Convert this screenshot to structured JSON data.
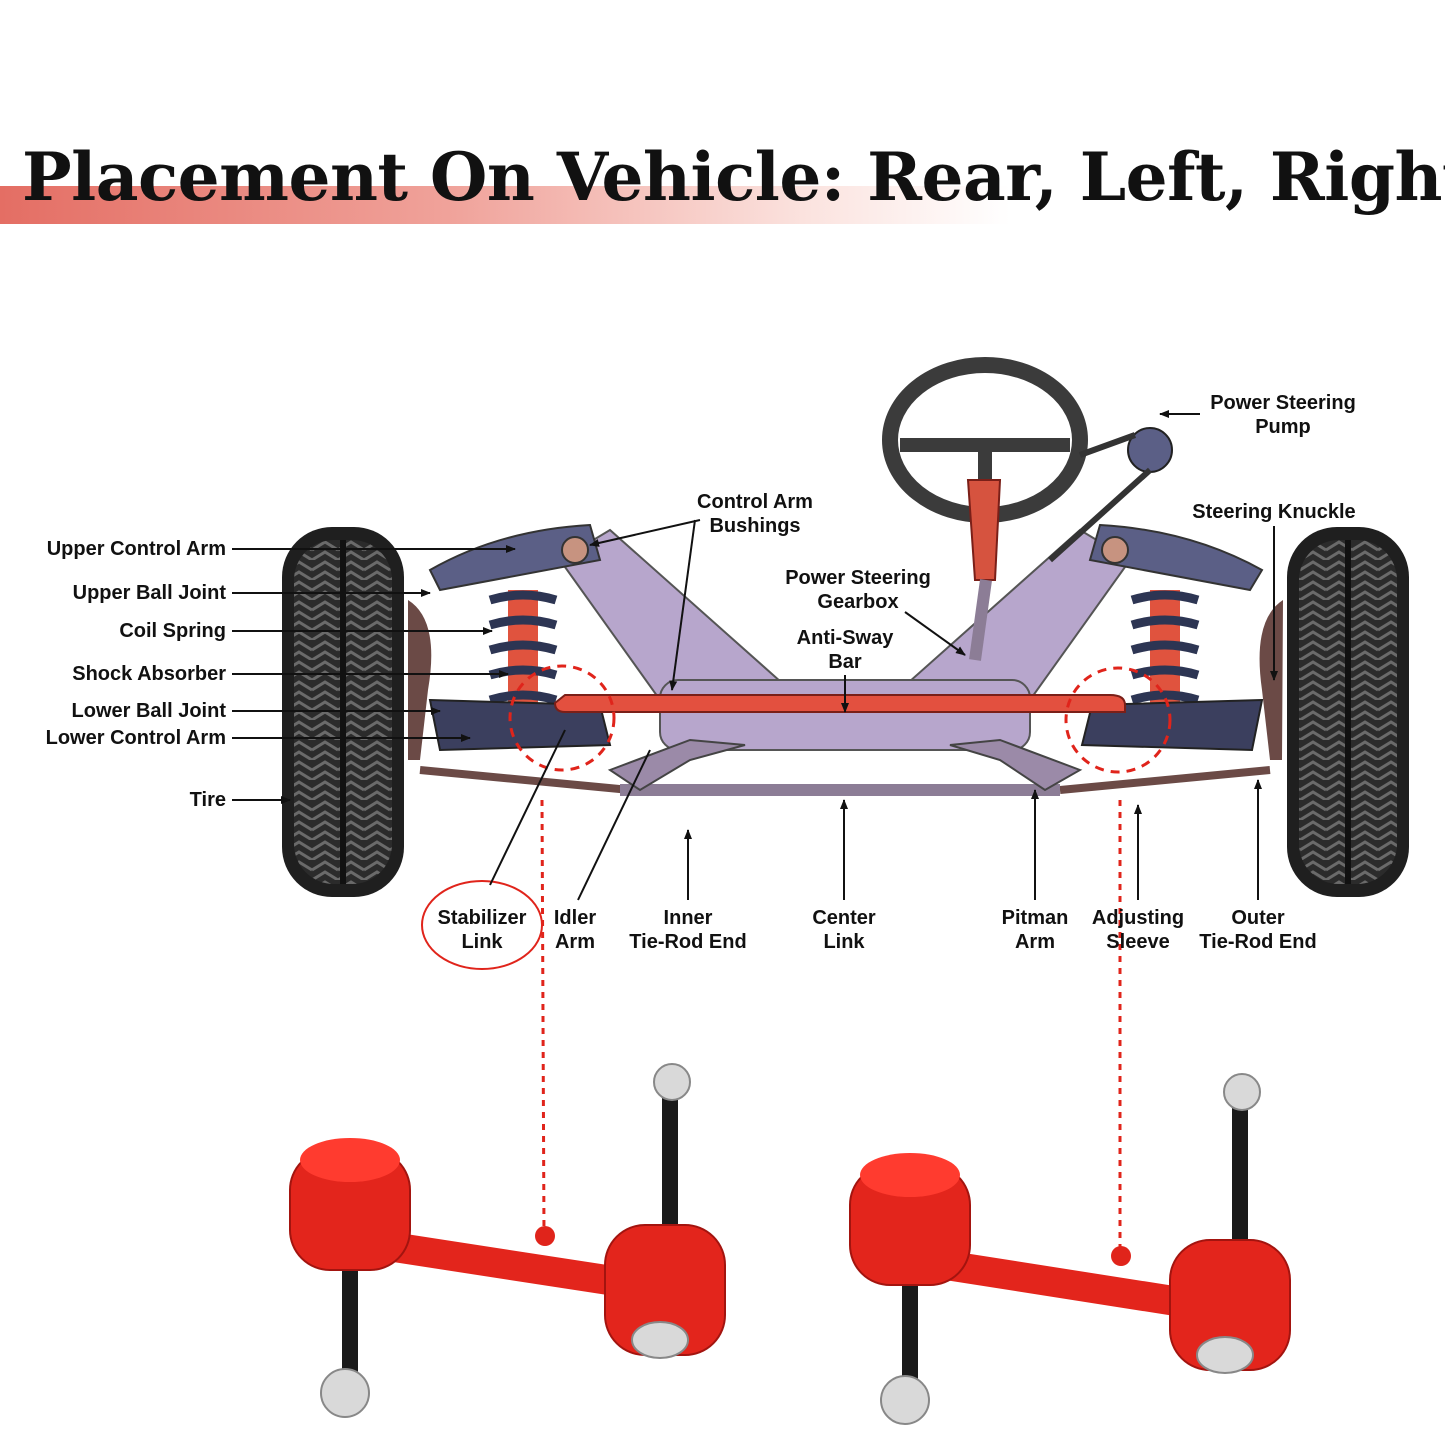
{
  "heading": "Placement On Vehicle: Rear, Left, Right",
  "colors": {
    "accent": "#e0241b",
    "frame": "#b7a6cc",
    "arm": "#5b5f86",
    "spring": "#2d3553",
    "link_red": "#e3251c"
  },
  "labels": {
    "upper_control_arm": "Upper Control Arm",
    "upper_ball_joint": "Upper Ball Joint",
    "coil_spring": "Coil Spring",
    "shock_absorber": "Shock Absorber",
    "lower_ball_joint": "Lower Ball Joint",
    "lower_control_arm": "Lower Control Arm",
    "tire": "Tire",
    "control_arm_bushings": [
      "Control Arm",
      "Bushings"
    ],
    "power_steering_gearbox": [
      "Power Steering",
      "Gearbox"
    ],
    "anti_sway_bar": [
      "Anti-Sway",
      "Bar"
    ],
    "power_steering_pump": [
      "Power Steering",
      "Pump"
    ],
    "steering_knuckle": "Steering Knuckle",
    "stabilizer_link": [
      "Stabilizer",
      "Link"
    ],
    "idler_arm": [
      "Idler",
      "Arm"
    ],
    "inner_tie_rod_end": [
      "Inner",
      "Tie-Rod End"
    ],
    "center_link": [
      "Center",
      "Link"
    ],
    "pitman_arm": [
      "Pitman",
      "Arm"
    ],
    "adjusting_sleeve": [
      "Adjusting",
      "Sleeve"
    ],
    "outer_tie_rod_end": [
      "Outer",
      "Tie-Rod End"
    ]
  }
}
